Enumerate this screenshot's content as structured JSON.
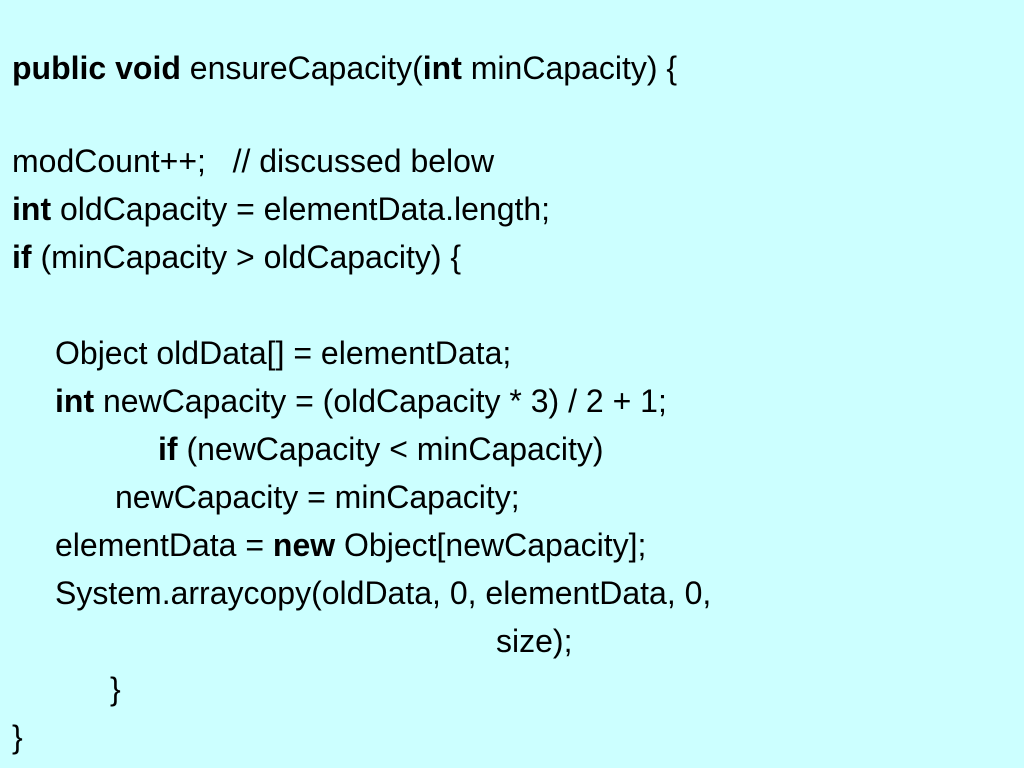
{
  "code": {
    "line1": {
      "kw1": "public void",
      "t1": " ensureCapacity(",
      "kw2": "int",
      "t2": " minCapacity) {"
    },
    "line2": {
      "t1": "modCount++;   // discussed below"
    },
    "line3": {
      "kw1": "int",
      "t1": " oldCapacity = elementData.length;"
    },
    "line4": {
      "kw1": "if",
      "t1": " (minCapacity > oldCapacity) {"
    },
    "line5": {
      "t1": "Object oldData[] = elementData;"
    },
    "line6": {
      "kw1": "int",
      "t1": " newCapacity = (oldCapacity * 3) / 2 + 1;"
    },
    "line7": {
      "kw1": "if",
      "t1": " (newCapacity < minCapacity)"
    },
    "line8": {
      "t1": "newCapacity = minCapacity;"
    },
    "line9": {
      "t1": "elementData = ",
      "kw1": "new",
      "t2": " Object[newCapacity];"
    },
    "line10": {
      "t1": "System.arraycopy(oldData, 0, elementData, 0,"
    },
    "line11": {
      "t1": "size);"
    },
    "line12": {
      "t1": "}"
    },
    "line13": {
      "t1": "}"
    }
  },
  "colors": {
    "background": "#CCFFFF",
    "text": "#000000"
  }
}
